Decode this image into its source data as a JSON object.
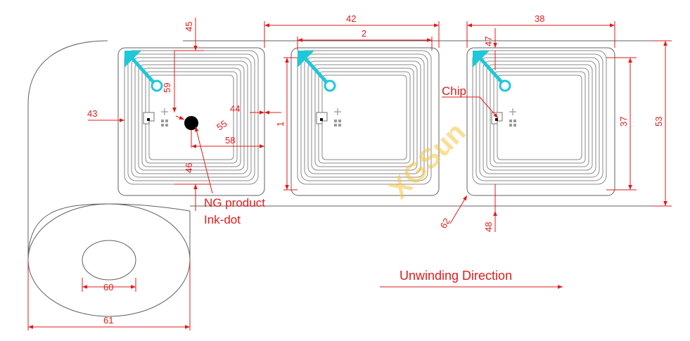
{
  "diagram": {
    "dimensions": {
      "d45": "45",
      "d42": "42",
      "d2": "2",
      "d38": "38",
      "d47": "47",
      "d59": "59",
      "d43": "43",
      "d44": "44",
      "d55": "55",
      "d58": "58",
      "d46": "46",
      "d1": "1",
      "d37": "37",
      "d53": "53",
      "d62": "62",
      "d48": "48",
      "d60": "60",
      "d61": "61"
    },
    "labels": {
      "ng_line1": "NG product",
      "ng_line2": "Ink-dot",
      "chip": "Chip",
      "direction": "Unwinding Direction"
    },
    "watermark": "XGSun",
    "colors": {
      "annotation": "#e01b1b",
      "outline": "#606060",
      "coil": "#8a8a8a",
      "antenna_feed": "#1ec8d8",
      "ink_dot": "#000000",
      "watermark_yellow": "#f5c542",
      "watermark_green": "#7fce3a"
    }
  }
}
